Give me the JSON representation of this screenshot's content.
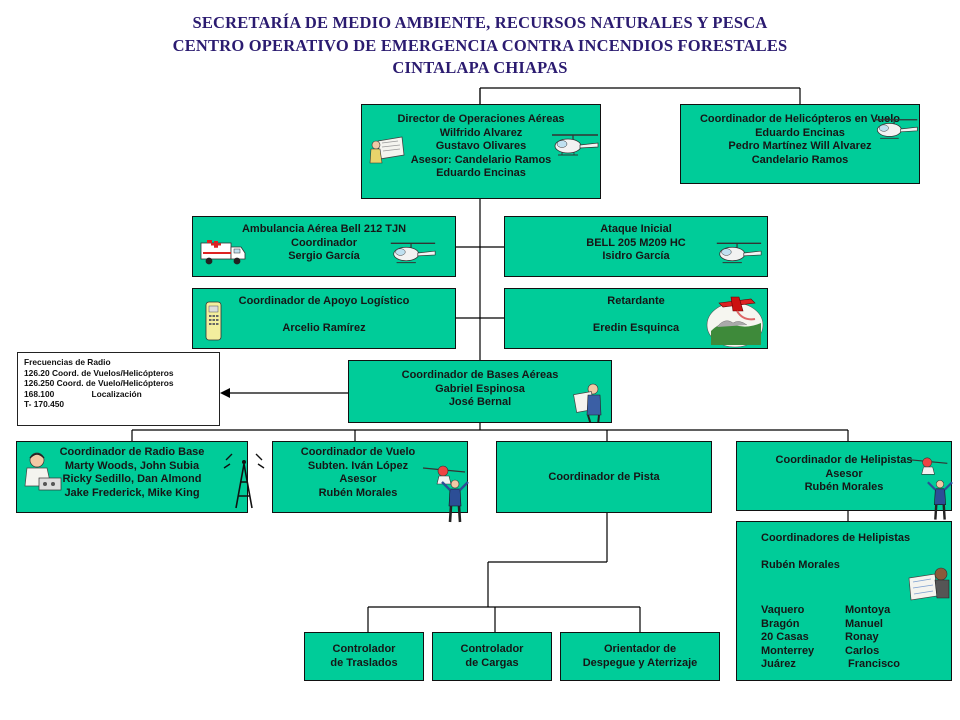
{
  "header": {
    "line1": "SECRETARÍA DE MEDIO AMBIENTE, RECURSOS NATURALES Y PESCA",
    "line2": "CENTRO OPERATIVO DE EMERGENCIA CONTRA INCENDIOS FORESTALES",
    "line3": "CINTALAPA CHIAPAS"
  },
  "colors": {
    "box_fill": "#00cc99",
    "title": "#2b1b70",
    "line": "#000000"
  },
  "boxes": {
    "director": {
      "lines": [
        "Director de Operaciones Aéreas",
        "Wilfrido Alvarez",
        "Gustavo Olivares",
        "Asesor: Candelario Ramos",
        "Eduardo Encinas"
      ],
      "icons": [
        "map-reader-icon",
        "helicopter-icon"
      ]
    },
    "helicopteros": {
      "lines": [
        "Coordinador de Helicópteros en Vuelo",
        "Eduardo Encinas",
        "Pedro Martínez Will Alvarez",
        "Candelario Ramos"
      ],
      "icons": [
        "helicopter-icon"
      ]
    },
    "ambulancia": {
      "lines": [
        "Ambulancia Aérea Bell 212 TJN",
        "Coordinador",
        "Sergio García"
      ],
      "icons": [
        "ambulance-icon",
        "helicopter-icon"
      ]
    },
    "ataque": {
      "lines": [
        "Ataque Inicial",
        "BELL 205 M209 HC",
        "Isidro García"
      ],
      "icons": [
        "helicopter-icon"
      ]
    },
    "apoyo": {
      "lines": [
        "Coordinador de Apoyo Logístico",
        "",
        "Arcelio Ramírez"
      ],
      "icons": [
        "phone-icon"
      ]
    },
    "retardante": {
      "lines": [
        "Retardante",
        "",
        "Eredin Esquinca"
      ],
      "icons": [
        "plane-drop-icon"
      ]
    },
    "bases": {
      "lines": [
        "Coordinador de Bases Aéreas",
        "Gabriel Espinosa",
        "José Bernal"
      ],
      "icons": [
        "map-reader-icon"
      ]
    },
    "radio": {
      "lines": [
        "Coordinador de Radio Base",
        "Marty Woods, John Subia",
        "Ricky Sedillo, Dan Almond",
        "Jake Frederick, Mike King"
      ],
      "icons": [
        "radio-operator-icon",
        "radio-tower-icon"
      ]
    },
    "vuelo": {
      "lines": [
        "Coordinador de Vuelo",
        "Subten. Iván López",
        "Asesor",
        "Rubén Morales"
      ],
      "icons": [
        "helicopter-icon",
        "marshaller-icon"
      ]
    },
    "pista": {
      "lines": [
        "Coordinador de Pista"
      ]
    },
    "helipistas": {
      "lines": [
        "Coordinador de Helipistas",
        "Asesor",
        "Rubén Morales"
      ],
      "icons": [
        "helicopter-icon",
        "marshaller-icon"
      ]
    },
    "coord_helipistas": {
      "lines": [
        "Coordinadores de Helipistas",
        "",
        "Rubén Morales"
      ],
      "pairs": [
        [
          "Vaquero",
          "Montoya"
        ],
        [
          "Bragón",
          "Manuel"
        ],
        [
          "20 Casas",
          "Ronay"
        ],
        [
          "Monterrey",
          "Carlos"
        ],
        [
          "Juárez",
          " Francisco"
        ]
      ],
      "icons": [
        "map-reader-icon"
      ]
    },
    "traslados": {
      "lines": [
        "Controlador",
        "de Traslados"
      ]
    },
    "cargas": {
      "lines": [
        "Controlador",
        "de Cargas"
      ]
    },
    "orientador": {
      "lines": [
        "Orientador de",
        "Despegue y Aterrizaje"
      ]
    }
  },
  "frequencies": {
    "lines": [
      "Frecuencias de Radio",
      "126.20 Coord. de Vuelos/Helicópteros",
      "126.250 Coord. de Vuelo/Helicópteros",
      "168.100                Localización",
      "T- 170.450"
    ]
  }
}
